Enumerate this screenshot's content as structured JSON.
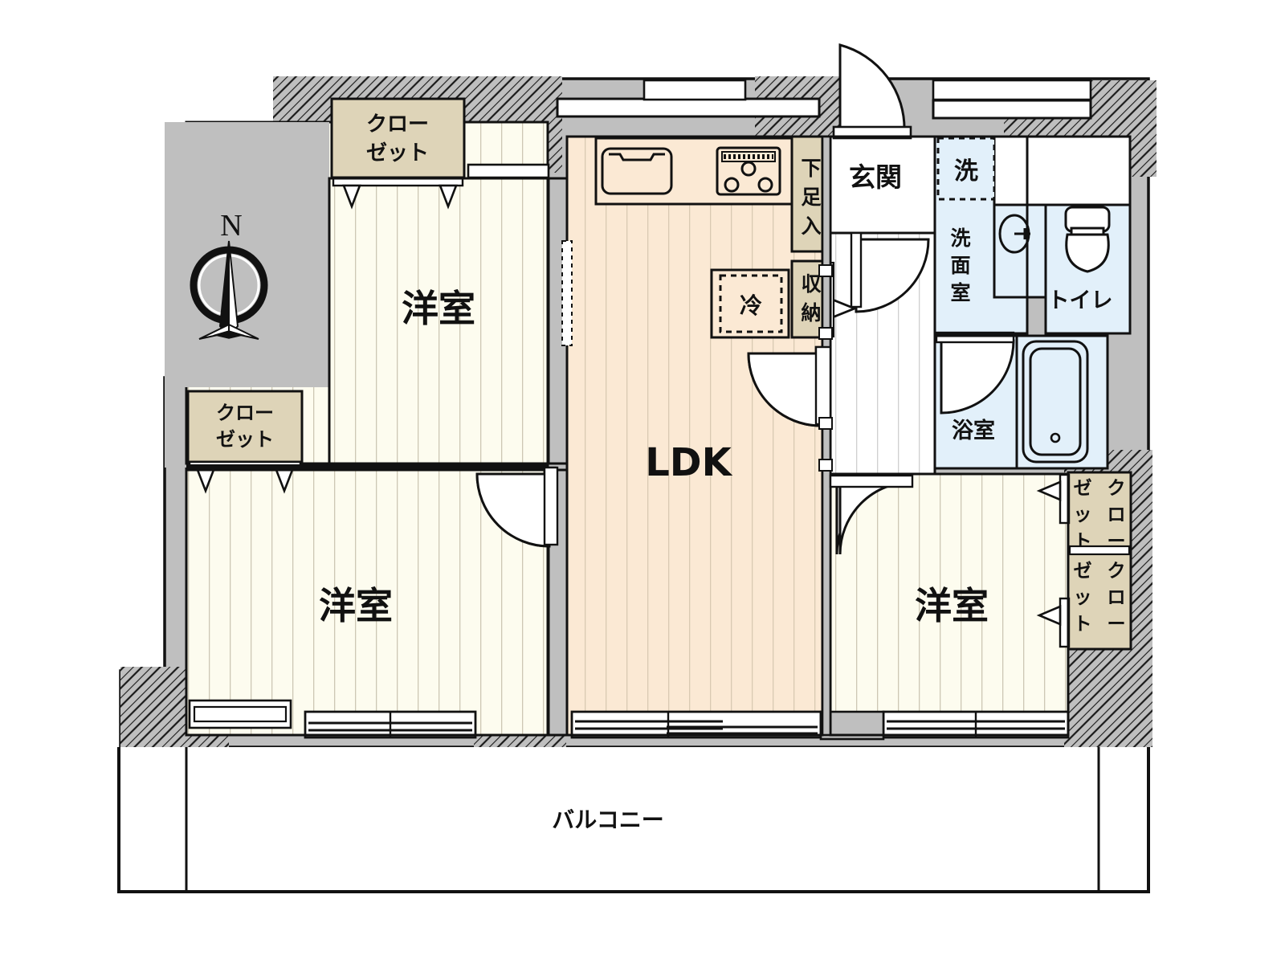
{
  "plan": {
    "type": "japanese-apartment-floor-plan",
    "layout_code": "3LDK",
    "compass": {
      "label": "N",
      "direction": "up"
    },
    "colors": {
      "wall_fill": "#bfbfbf",
      "wall_stroke": "#1a1a1a",
      "room_floor": "#fdfcef",
      "ldk_floor": "#fbe9d4",
      "closet_fill": "#ded4b8",
      "water_area_fill": "#e2f0fa",
      "corridor_fill": "#ffffff",
      "balcony_fill": "#ffffff",
      "text": "#111111"
    }
  },
  "rooms": [
    {
      "id": "bedroom-north",
      "label": "洋室",
      "kind": "western-room"
    },
    {
      "id": "bedroom-southwest",
      "label": "洋室",
      "kind": "western-room"
    },
    {
      "id": "bedroom-east",
      "label": "洋室",
      "kind": "western-room"
    },
    {
      "id": "ldk",
      "label": "LDK",
      "kind": "living-dining-kitchen"
    },
    {
      "id": "entrance",
      "label": "玄関",
      "kind": "entrance"
    },
    {
      "id": "washroom",
      "label": "洗面室",
      "kind": "washroom"
    },
    {
      "id": "toilet",
      "label": "トイレ",
      "kind": "toilet"
    },
    {
      "id": "bathroom",
      "label": "浴室",
      "kind": "bathroom"
    },
    {
      "id": "balcony",
      "label": "バルコニー",
      "kind": "balcony"
    }
  ],
  "storage": [
    {
      "id": "closet-north",
      "label_line1": "クロー",
      "label_line2": "ゼット"
    },
    {
      "id": "closet-west",
      "label_line1": "クロー",
      "label_line2": "ゼット"
    },
    {
      "id": "closet-east-upper",
      "label_line1": "クロー",
      "label_line2": "ゼット"
    },
    {
      "id": "closet-east-lower",
      "label_line1": "クロー",
      "label_line2": "ゼット"
    },
    {
      "id": "shoe-closet",
      "label": "下足入",
      "chars": [
        "下",
        "足",
        "入"
      ]
    },
    {
      "id": "storage-hall",
      "label": "収納",
      "chars": [
        "収",
        "納"
      ]
    }
  ],
  "fixtures": [
    {
      "id": "washing-machine",
      "label": "洗"
    },
    {
      "id": "refrigerator",
      "label": "冷"
    },
    {
      "id": "kitchen-sink",
      "label": ""
    },
    {
      "id": "gas-stove",
      "label": ""
    },
    {
      "id": "vanity-basin",
      "label": ""
    },
    {
      "id": "toilet-bowl",
      "label": ""
    },
    {
      "id": "bathtub",
      "label": ""
    }
  ],
  "labels": {
    "bedroom": "洋室",
    "ldk": "LDK",
    "entrance": "玄関",
    "washroom_chars": [
      "洗",
      "面",
      "室"
    ],
    "toilet": "トイレ",
    "bathroom": "浴室",
    "balcony": "バルコニー",
    "closet_line1": "クロー",
    "closet_line2": "ゼット",
    "washer": "洗",
    "fridge": "冷",
    "shoe_c1": "下",
    "shoe_c2": "足",
    "shoe_c3": "入",
    "storage_c1": "収",
    "storage_c2": "納",
    "cv1": "ク",
    "cv2": "ロ",
    "cv3": "ー",
    "cv4": "ゼ",
    "cv5": "ッ",
    "cv6": "ト",
    "north": "N"
  }
}
